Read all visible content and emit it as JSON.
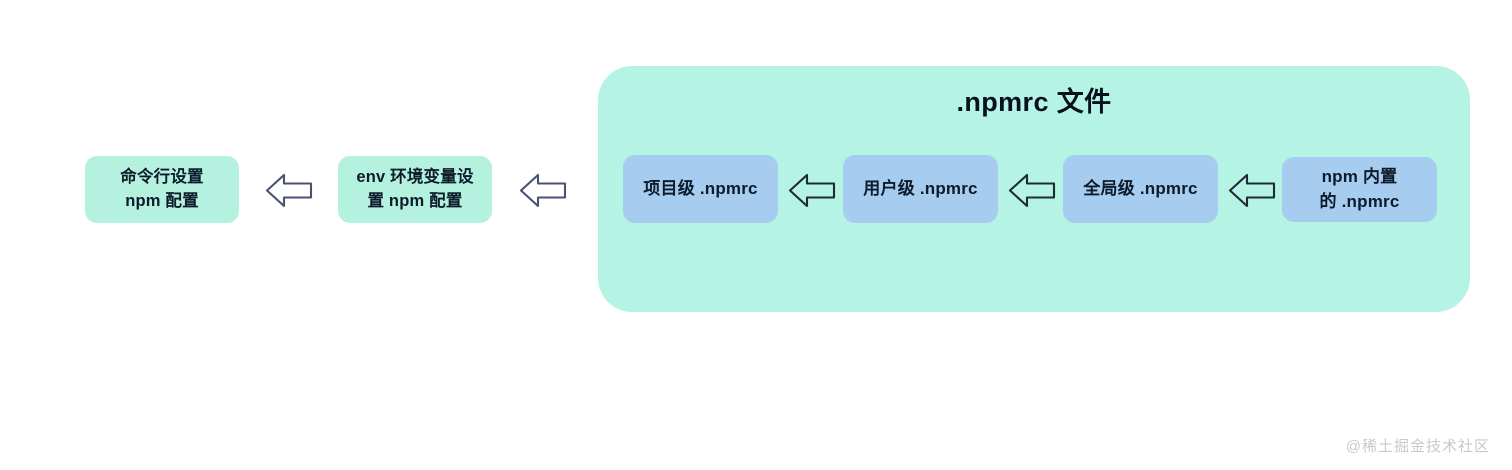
{
  "diagram": {
    "title": ".npmrc 文件",
    "background_color": "#ffffff",
    "colors": {
      "mint_node": "#b4f2df",
      "blue_node": "#a6cdf0",
      "group_container": "#b5f4e4",
      "arrow_stroke": "#4a5272",
      "text": "#0d1b2a",
      "watermark": "#c9c9c9"
    },
    "outer_nodes": [
      {
        "id": "cli-config",
        "label": "命令行设置\nnpm 配置"
      },
      {
        "id": "env-config",
        "label": "env 环境变量设\n置 npm 配置"
      }
    ],
    "group": {
      "title": ".npmrc 文件",
      "nodes": [
        {
          "id": "project-npmrc",
          "label": "项目级 .npmrc"
        },
        {
          "id": "user-npmrc",
          "label": "用户级 .npmrc"
        },
        {
          "id": "global-npmrc",
          "label": "全局级 .npmrc"
        },
        {
          "id": "builtin-npmrc",
          "label": "npm 内置\n的 .npmrc"
        }
      ]
    },
    "arrows": [
      {
        "id": "arrow-env-to-cli",
        "direction": "left",
        "from": "env-config",
        "to": "cli-config"
      },
      {
        "id": "arrow-group-to-env",
        "direction": "left",
        "from": "project-npmrc",
        "to": "env-config"
      },
      {
        "id": "arrow-user-to-project",
        "direction": "left",
        "from": "user-npmrc",
        "to": "project-npmrc"
      },
      {
        "id": "arrow-global-to-user",
        "direction": "left",
        "from": "global-npmrc",
        "to": "user-npmrc"
      },
      {
        "id": "arrow-builtin-to-global",
        "direction": "left",
        "from": "builtin-npmrc",
        "to": "global-npmrc"
      }
    ],
    "watermark": "@稀土掘金技术社区"
  }
}
